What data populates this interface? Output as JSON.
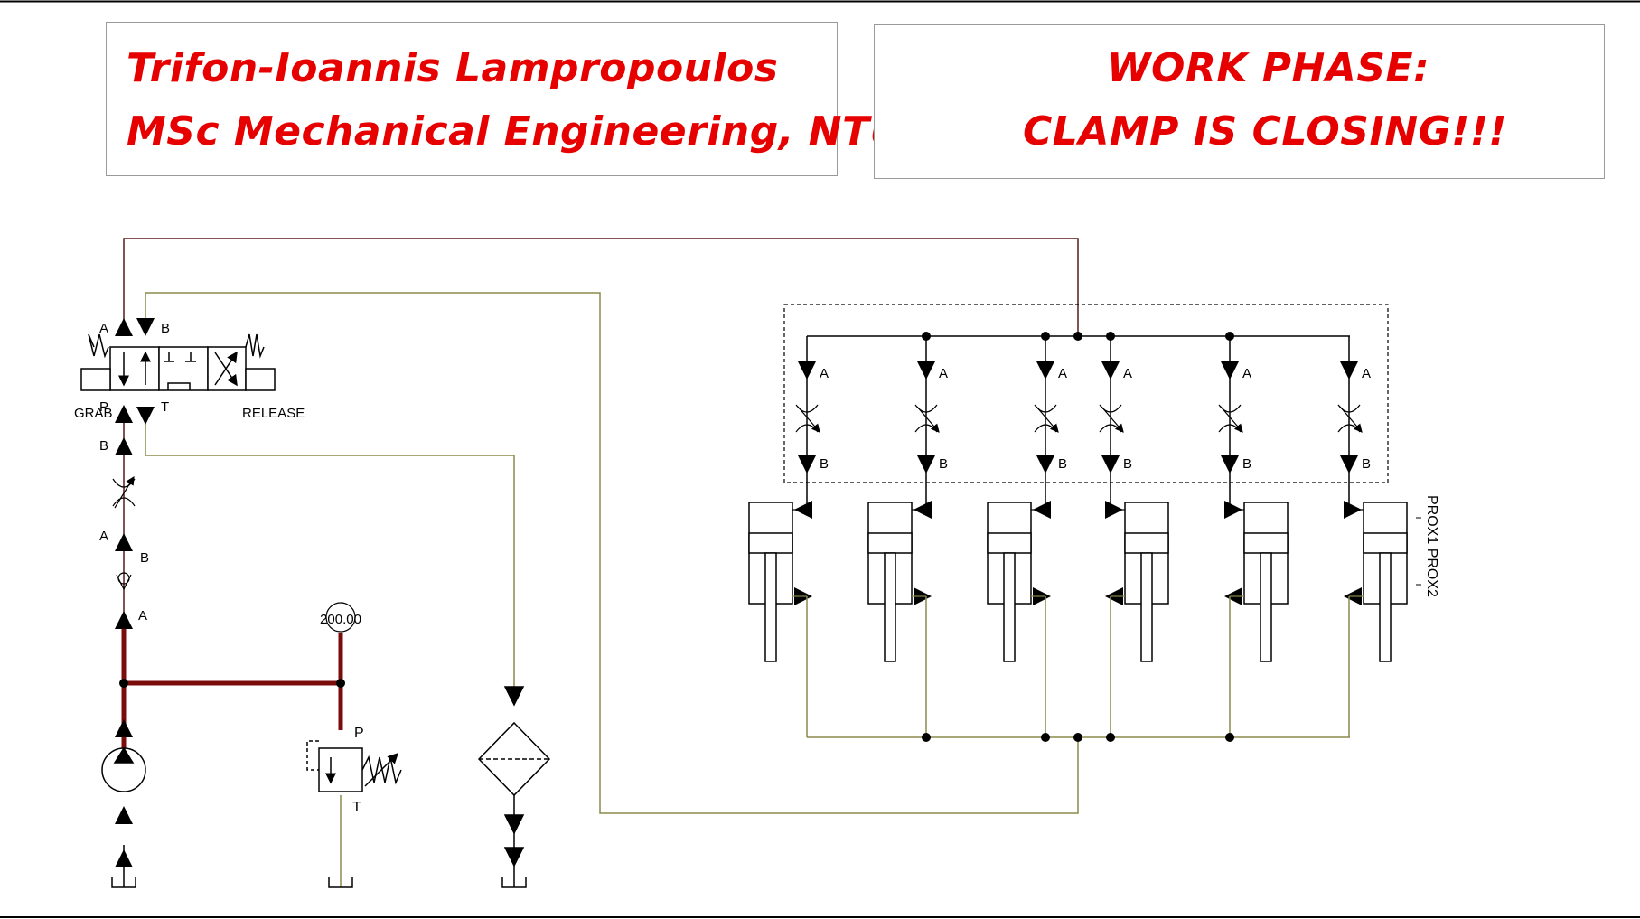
{
  "header": {
    "author_name": "Trifon-Ioannis  Lampropoulos",
    "author_degree": "MSc Mechanical Engineering,  NTUA",
    "phase_line1": "WORK  PHASE:",
    "phase_line2": "CLAMP  IS  CLOSING!!!"
  },
  "valve": {
    "port_a": "A",
    "port_b": "B",
    "port_p": "P",
    "port_t": "T",
    "left_label": "GRAB",
    "right_label": "RELEASE"
  },
  "feed_line": {
    "throttle_in": "B",
    "throttle_out_a": "A",
    "throttle_out_b": "B",
    "check_a": "A"
  },
  "gauge": {
    "value": "200.00"
  },
  "relief_valve": {
    "port_p": "P",
    "port_t": "T"
  },
  "manifold": {
    "port_a": "A",
    "port_b": "B",
    "count": 6
  },
  "sensors": {
    "label": "PROX1  PROX2"
  },
  "colors": {
    "text_red": "#e60000",
    "pressure_line": "#7a0c0c",
    "return_line": "#8a8a4a",
    "supply_line": "#5a1a1a",
    "symbol": "#000000"
  }
}
